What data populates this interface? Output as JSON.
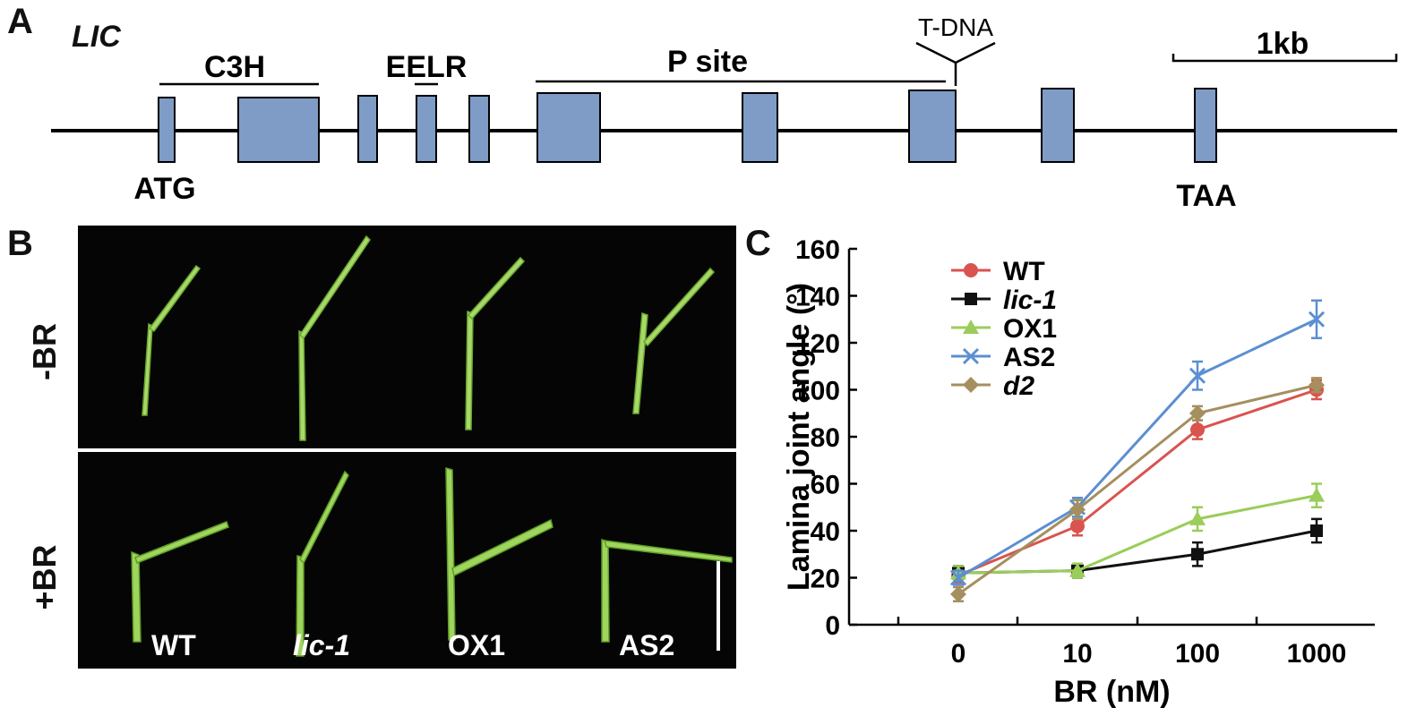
{
  "panel_a": {
    "letter": "A",
    "gene": "LIC",
    "domains": [
      "C3H",
      "EELR",
      "P site"
    ],
    "insertion": "T-DNA",
    "scale_bar": "1kb",
    "start_codon": "ATG",
    "stop_codon": "TAA",
    "exon_color": "#7f9cc7"
  },
  "panel_b": {
    "letter": "B",
    "rows": [
      "-BR",
      "+BR"
    ],
    "genotypes": [
      "WT",
      "lic-1",
      "OX1",
      "AS2"
    ]
  },
  "panel_c": {
    "letter": "C"
  },
  "chart_data": {
    "type": "line",
    "xlabel": "BR (nM)",
    "ylabel": "Lamina joint angle (°)",
    "categories": [
      "0",
      "10",
      "100",
      "1000"
    ],
    "ylim": [
      0,
      160
    ],
    "yticks": [
      0,
      20,
      40,
      60,
      80,
      100,
      120,
      140,
      160
    ],
    "grid": false,
    "legend_position": "top-left",
    "series": [
      {
        "name": "WT",
        "italic": false,
        "marker": "circle",
        "color": "#d9534f",
        "values": [
          21,
          42,
          83,
          100
        ],
        "errors": [
          3,
          4,
          4,
          4
        ]
      },
      {
        "name": "lic-1",
        "italic": true,
        "marker": "square",
        "color": "#111111",
        "values": [
          22,
          23,
          30,
          40
        ],
        "errors": [
          3,
          3,
          5,
          5
        ]
      },
      {
        "name": "OX1",
        "italic": false,
        "marker": "triangle",
        "color": "#9acd5a",
        "values": [
          22,
          23,
          45,
          55
        ],
        "errors": [
          3,
          3,
          5,
          5
        ]
      },
      {
        "name": "AS2",
        "italic": false,
        "marker": "x",
        "color": "#5b8fd1",
        "values": [
          20,
          50,
          106,
          130
        ],
        "errors": [
          3,
          4,
          6,
          8
        ]
      },
      {
        "name": "d2",
        "italic": true,
        "marker": "diamond",
        "color": "#a58f5e",
        "values": [
          13,
          49,
          90,
          102
        ],
        "errors": [
          3,
          4,
          3,
          3
        ]
      }
    ]
  }
}
